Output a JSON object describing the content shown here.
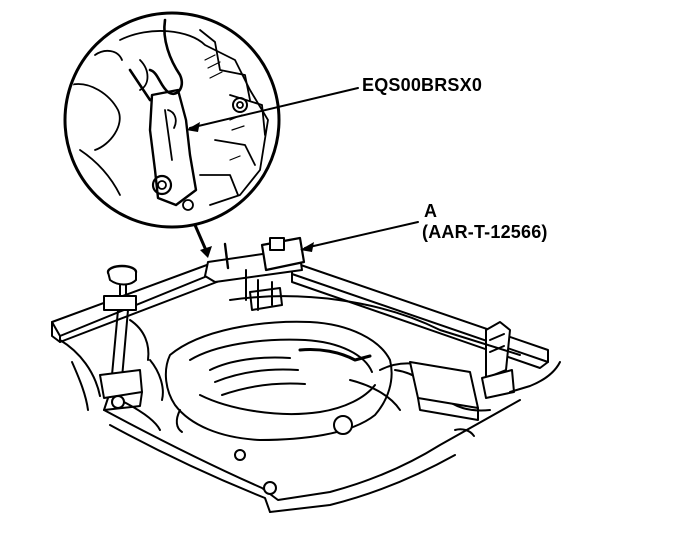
{
  "callouts": {
    "part_number": "EQS00BRSX0",
    "tool_letter": "A",
    "tool_code": "(AAR-T-12566)"
  },
  "colors": {
    "ink": "#000000",
    "paper": "#ffffff"
  }
}
